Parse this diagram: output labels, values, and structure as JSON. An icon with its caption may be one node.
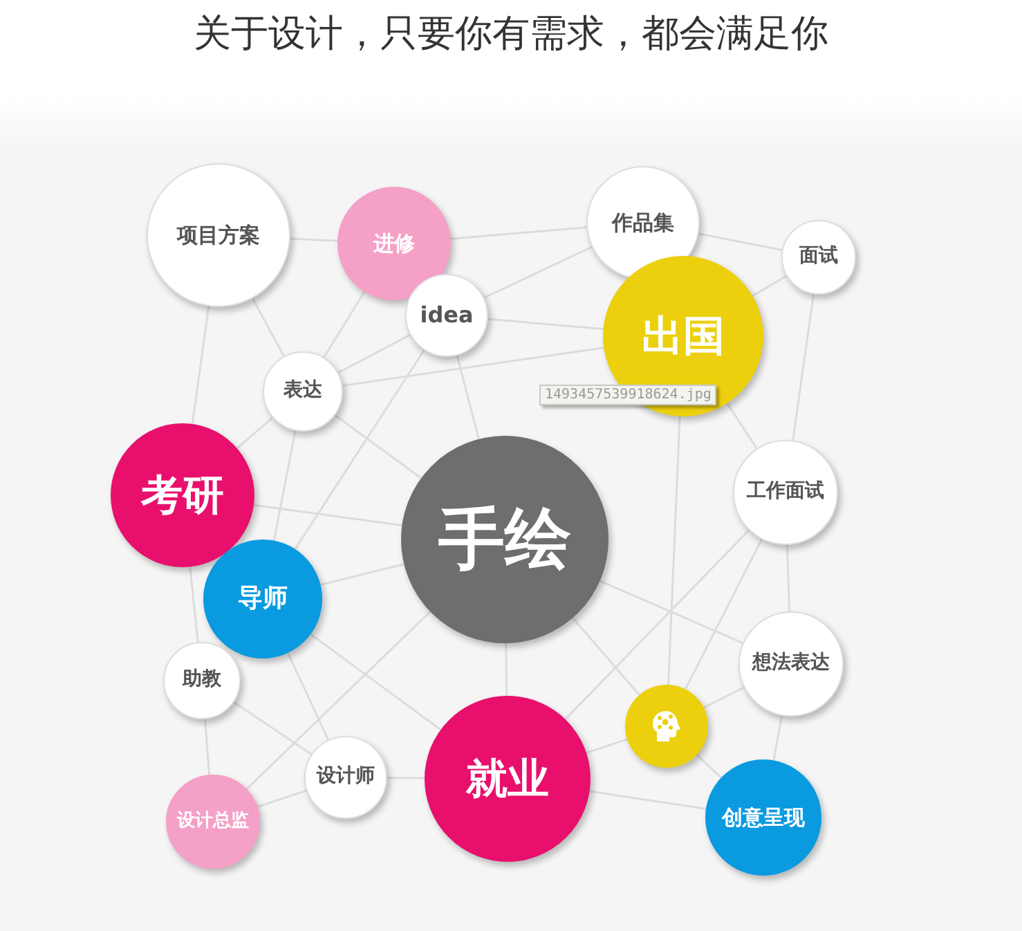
{
  "diagram": {
    "title": "关于设计，只要你有需求，都会满足你",
    "nodes": [
      {
        "text": [
          "项目方案"
        ]
      },
      {
        "text": [
          "进修"
        ]
      },
      {
        "text": [
          "作品集"
        ]
      },
      {
        "text": [
          "面试"
        ]
      },
      {
        "text": [
          "idea"
        ]
      },
      {
        "text": [
          "出国"
        ]
      },
      {
        "text": [
          "表达"
        ]
      },
      {
        "text": [
          "考研"
        ]
      },
      {
        "text": [
          "手绘"
        ]
      },
      {
        "text": [
          "工作面试"
        ]
      },
      {
        "text": [
          "导师"
        ]
      },
      {
        "text": [
          "助教"
        ]
      },
      {
        "text": [
          "想法表达"
        ]
      },
      {
        "text": [],
        "shape": "circle"
      },
      {
        "text": [
          "设计师"
        ]
      },
      {
        "text": [
          "就业"
        ]
      },
      {
        "text": [
          "设计总监"
        ]
      },
      {
        "text": [
          "创意呈现"
        ]
      }
    ],
    "edges": [
      {
        "from": 0,
        "to": 1,
        "arrow": "none"
      },
      {
        "from": 0,
        "to": 6,
        "arrow": "none"
      },
      {
        "from": 0,
        "to": 7,
        "arrow": "none"
      },
      {
        "from": 1,
        "to": 6,
        "arrow": "none"
      },
      {
        "from": 1,
        "to": 2,
        "arrow": "none"
      },
      {
        "from": 4,
        "to": 2,
        "arrow": "none"
      },
      {
        "from": 4,
        "to": 5,
        "arrow": "none"
      },
      {
        "from": 4,
        "to": 6,
        "arrow": "none"
      },
      {
        "from": 4,
        "to": 8,
        "arrow": "none"
      },
      {
        "from": 4,
        "to": 10,
        "arrow": "none"
      },
      {
        "from": 2,
        "to": 3,
        "arrow": "none"
      },
      {
        "from": 3,
        "to": 5,
        "arrow": "none"
      },
      {
        "from": 3,
        "to": 9,
        "arrow": "none"
      },
      {
        "from": 5,
        "to": 9,
        "arrow": "none"
      },
      {
        "from": 6,
        "to": 5,
        "arrow": "none"
      },
      {
        "from": 6,
        "to": 8,
        "arrow": "none"
      },
      {
        "from": 6,
        "to": 10,
        "arrow": "none"
      },
      {
        "from": 6,
        "to": 7,
        "arrow": "none"
      },
      {
        "from": 7,
        "to": 8,
        "arrow": "none"
      },
      {
        "from": 7,
        "to": 11,
        "arrow": "none"
      },
      {
        "from": 10,
        "to": 8,
        "arrow": "none"
      },
      {
        "from": 10,
        "to": 14,
        "arrow": "none"
      },
      {
        "from": 10,
        "to": 15,
        "arrow": "none"
      },
      {
        "from": 11,
        "to": 14,
        "arrow": "none"
      },
      {
        "from": 11,
        "to": 16,
        "arrow": "none"
      },
      {
        "from": 16,
        "to": 14,
        "arrow": "none"
      },
      {
        "from": 16,
        "to": 8,
        "arrow": "none"
      },
      {
        "from": 14,
        "to": 15,
        "arrow": "none"
      },
      {
        "from": 8,
        "to": 15,
        "arrow": "none"
      },
      {
        "from": 8,
        "to": 12,
        "arrow": "none"
      },
      {
        "from": 8,
        "to": 13,
        "arrow": "none"
      },
      {
        "from": 9,
        "to": 12,
        "arrow": "none"
      },
      {
        "from": 9,
        "to": 13,
        "arrow": "none"
      },
      {
        "from": 9,
        "to": 15,
        "arrow": "none"
      },
      {
        "from": 5,
        "to": 13,
        "arrow": "none"
      },
      {
        "from": 12,
        "to": 13,
        "arrow": "none"
      },
      {
        "from": 12,
        "to": 17,
        "arrow": "none"
      },
      {
        "from": 13,
        "to": 17,
        "arrow": "none"
      },
      {
        "from": 15,
        "to": 13,
        "arrow": "none"
      },
      {
        "from": 15,
        "to": 17,
        "arrow": "none"
      }
    ],
    "labels": [
      "1493457539918624.jpg"
    ]
  }
}
